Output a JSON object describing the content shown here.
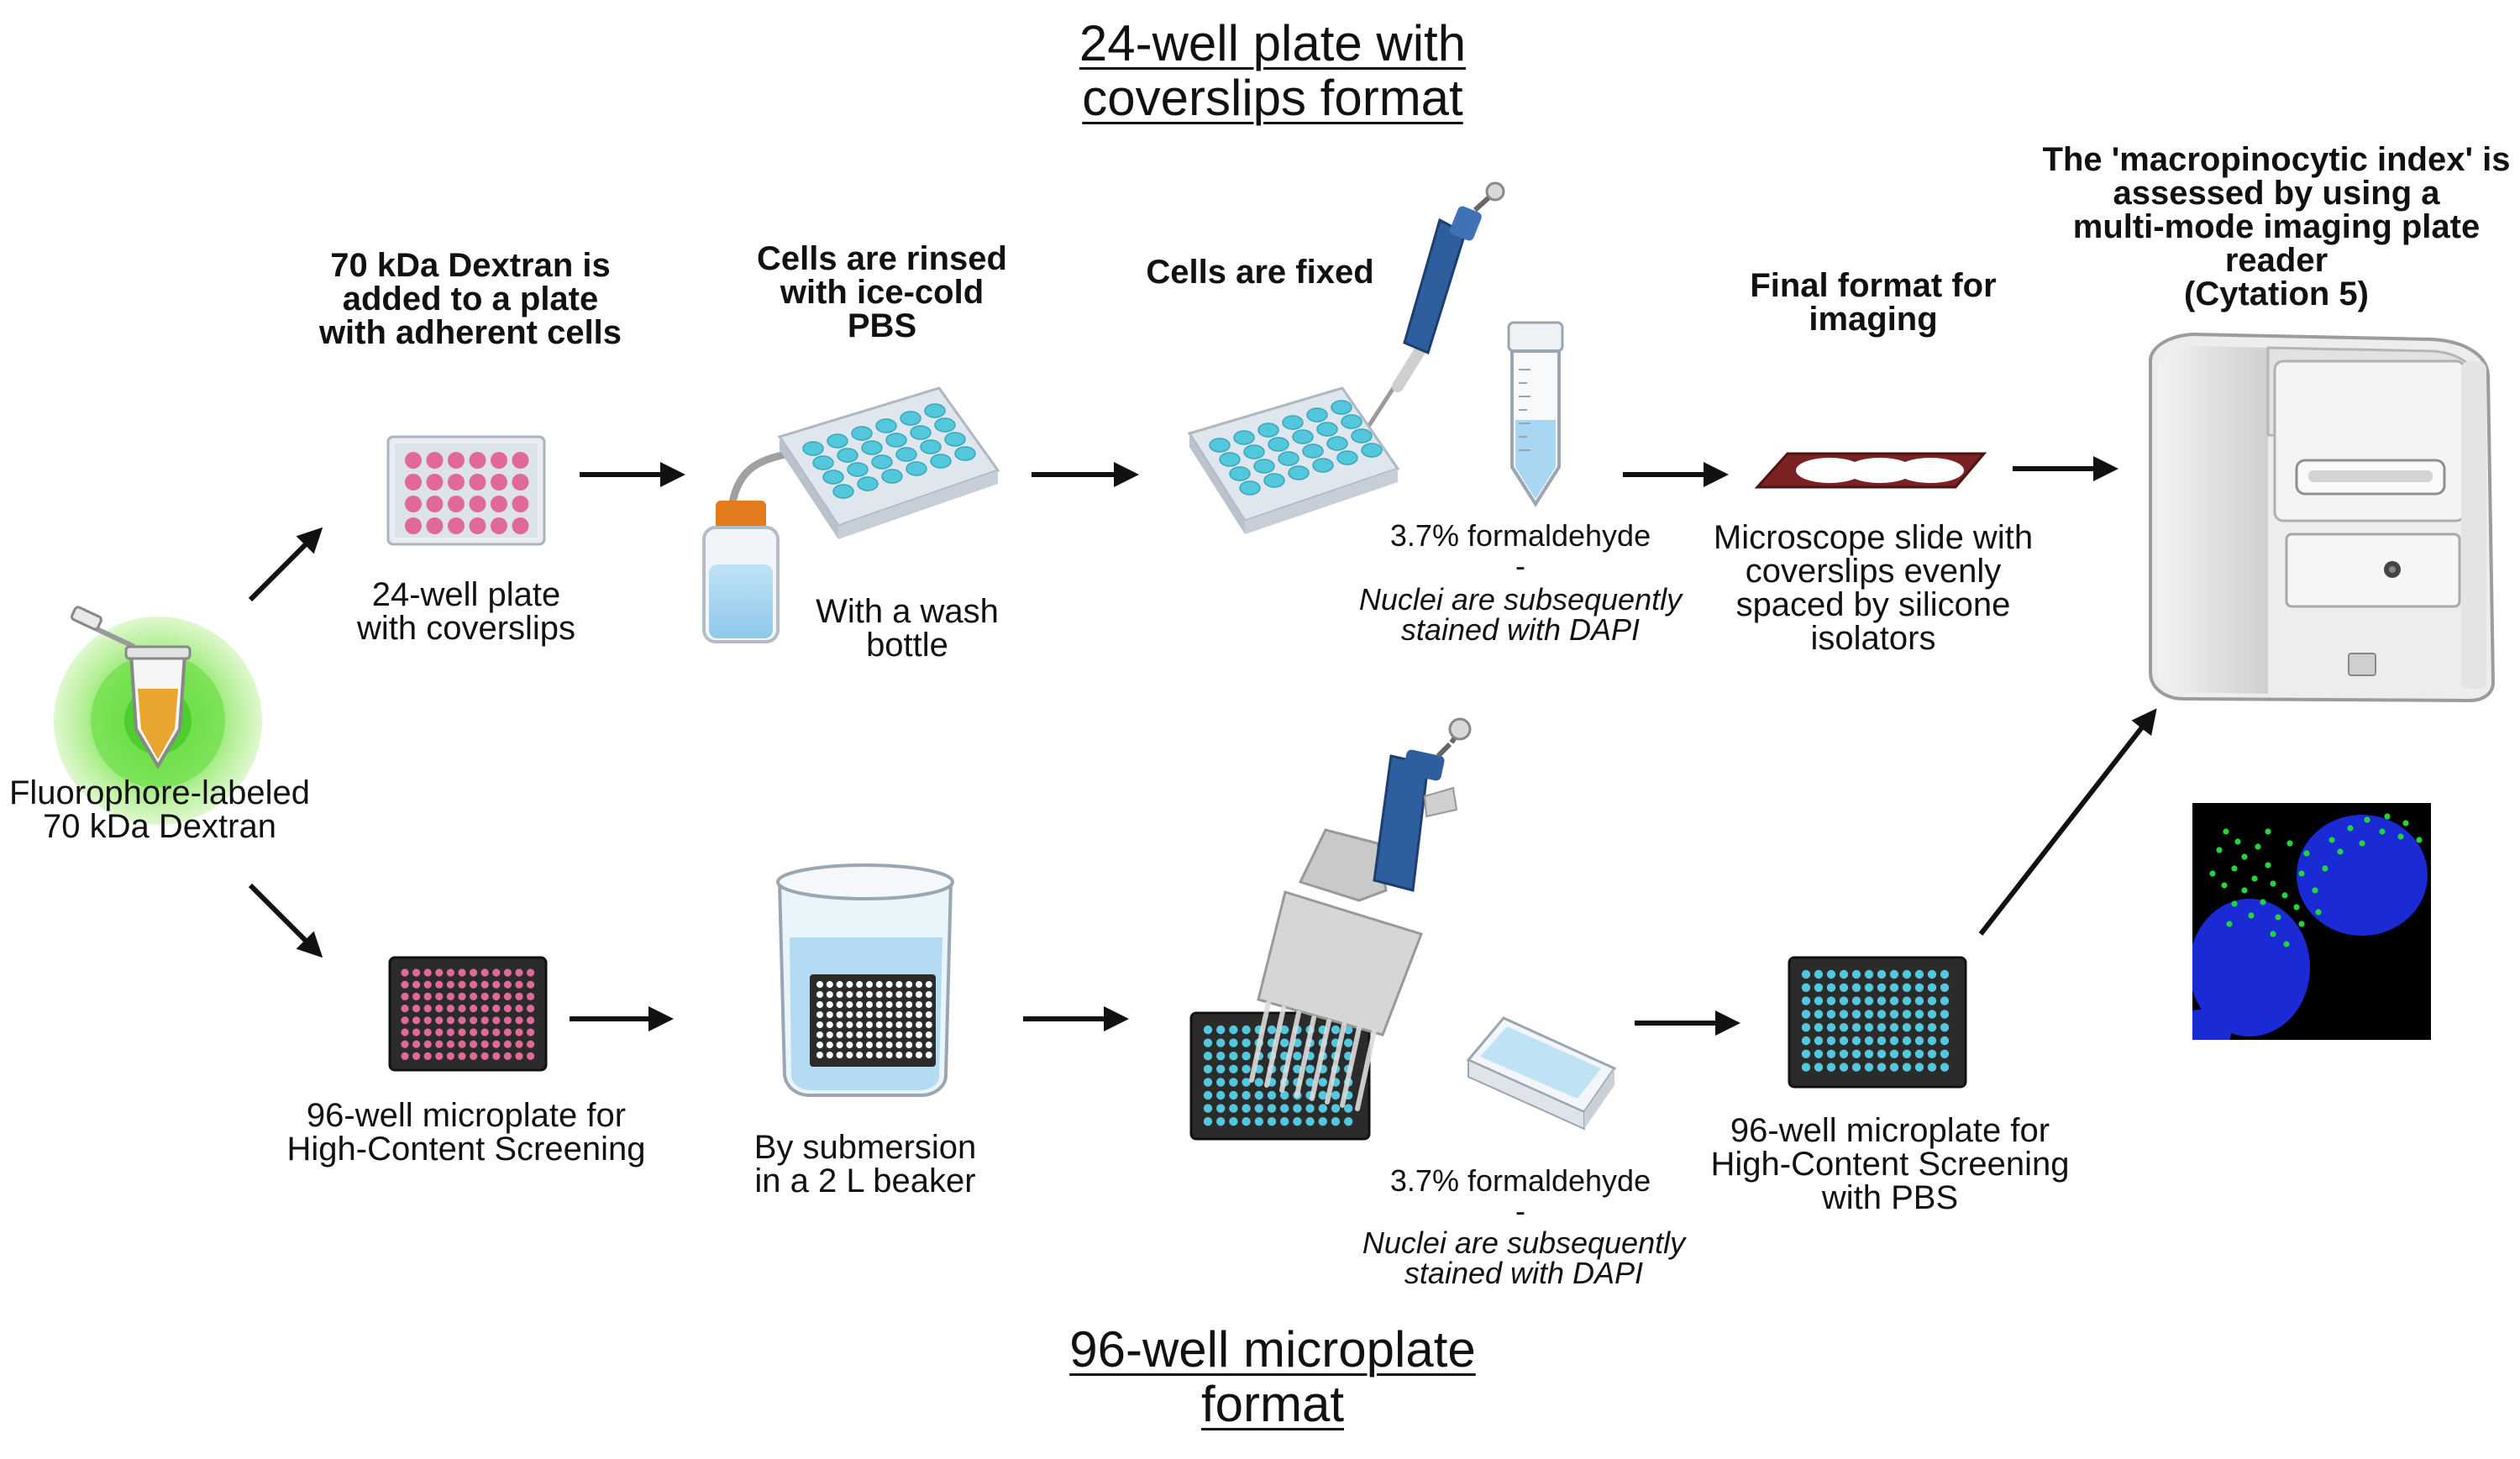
{
  "headings": {
    "top": "24-well plate with \ncoverslips format ",
    "bottom": "96-well microplate \nformat "
  },
  "steps": {
    "add_dextran": "70 kDa Dextran is\nadded to a plate\nwith adherent cells",
    "rinse": "Cells are rinsed\nwith ice-cold\nPBS",
    "fix": "Cells are fixed",
    "final_format": "Final format for\nimaging",
    "index": "The 'macropinocytic index' is\nassessed by using a\nmulti-mode imaging plate\nreader\n(Cytation 5)"
  },
  "labels": {
    "dextran": "Fluorophore-labeled\n70 kDa Dextran",
    "plate24": "24-well plate\nwith coverslips",
    "wash_bottle": "With a wash\nbottle",
    "formaldehyde_top": "3.7% formaldehyde\n-",
    "dapi_top": "Nuclei are subsequently\nstained with DAPI",
    "slide": "Microscope slide with\ncoverslips evenly\nspaced by silicone\nisolators",
    "plate96": "96-well microplate for\nHigh-Content Screening",
    "beaker": "By submersion\nin a 2 L beaker",
    "formaldehyde_bottom": "3.7% formaldehyde\n-",
    "dapi_bottom": "Nuclei are subsequently\nstained with DAPI",
    "plate96_pbs": "96-well microplate for\nHigh-Content Screening\nwith PBS"
  },
  "colors": {
    "pink_well": "#e0699a",
    "cyan_well": "#53c8dc",
    "dark_plate": "#2b2b2b",
    "pipette_blue": "#2e5e9e",
    "dextran_yellow": "#e8a62e",
    "glow_green": "#7ee55a",
    "slide_red": "#7b2222",
    "nucleus_blue": "#1a2bd6",
    "vesicle_green": "#22d63a"
  }
}
